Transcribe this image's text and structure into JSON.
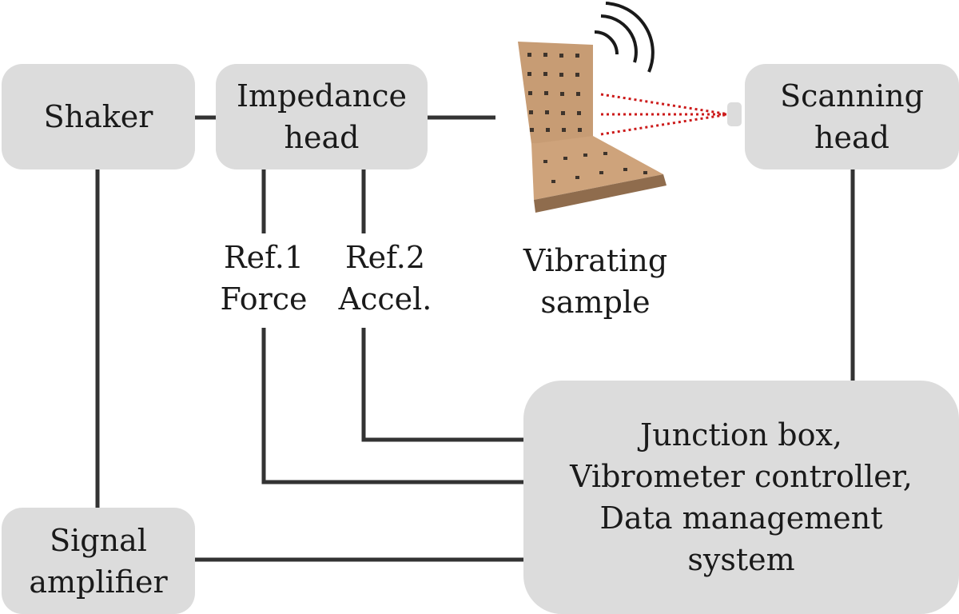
{
  "boxes": {
    "shaker": {
      "line1": "Shaker"
    },
    "impedance_head": {
      "line1": "Impedance",
      "line2": "head"
    },
    "scanning_head": {
      "line1": "Scanning",
      "line2": "head"
    },
    "signal_amplifier": {
      "line1": "Signal",
      "line2": "amplifier"
    },
    "junction_box": {
      "line1": "Junction box,",
      "line2": "Vibrometer controller,",
      "line3": "Data management",
      "line4": "system"
    }
  },
  "labels": {
    "ref1": {
      "line1": "Ref.1",
      "line2": "Force"
    },
    "ref2": {
      "line1": "Ref.2",
      "line2": "Accel."
    },
    "sample": {
      "line1": "Vibrating",
      "line2": "sample"
    }
  },
  "colors": {
    "box_fill": "#dcdcdc",
    "wire": "#333333",
    "laser": "#cc1a1a",
    "wood": "#c89a70"
  }
}
